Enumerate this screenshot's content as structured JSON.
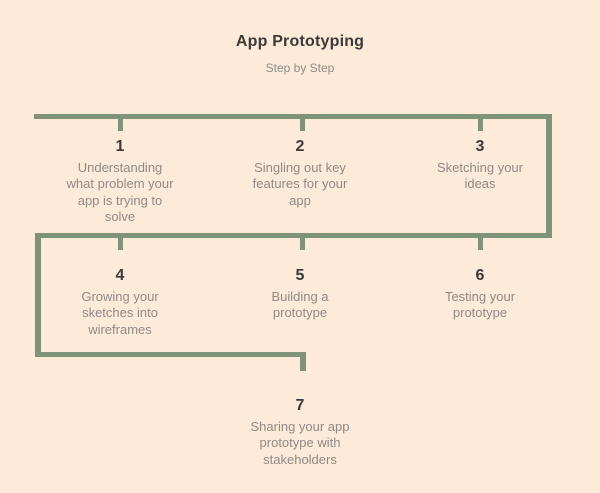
{
  "title": "App Prototyping",
  "subtitle": "Step by Step",
  "colors": {
    "background": "#fdead8",
    "line": "#7e9377",
    "number": "#3a3a3a",
    "description": "#8d8b88"
  },
  "steps": [
    {
      "number": "1",
      "description": "Understanding\nwhat problem your\napp is trying to\nsolve"
    },
    {
      "number": "2",
      "description": "Singling out key\nfeatures for your\napp"
    },
    {
      "number": "3",
      "description": "Sketching your\nideas"
    },
    {
      "number": "4",
      "description": "Growing your\nsketches into\nwireframes"
    },
    {
      "number": "5",
      "description": "Building a\nprototype"
    },
    {
      "number": "6",
      "description": "Testing your\nprototype"
    },
    {
      "number": "7",
      "description": "Sharing your app\nprototype with\nstakeholders"
    }
  ]
}
